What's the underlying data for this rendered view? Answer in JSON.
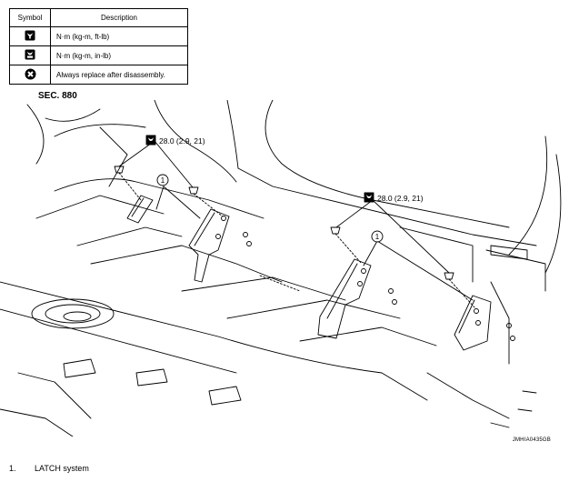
{
  "legend": {
    "header_symbol": "Symbol",
    "header_description": "Description",
    "rows": [
      {
        "icon": "torque-wrench-icon",
        "description": "N·m (kg-m, ft-lb)"
      },
      {
        "icon": "torque-wrench-small-icon",
        "description": "N·m (kg-m, in-lb)"
      },
      {
        "icon": "replace-part-icon",
        "description": "Always replace after disassembly."
      }
    ]
  },
  "diagram": {
    "section": "SEC. 880",
    "torque_left": "28.0 (2.9, 21)",
    "torque_right": "28.0 (2.9, 21)",
    "callout_left": "1",
    "callout_right": "1",
    "image_code": "JMHIA0435GB"
  },
  "caption": {
    "number": "1.",
    "text": "LATCH system"
  }
}
